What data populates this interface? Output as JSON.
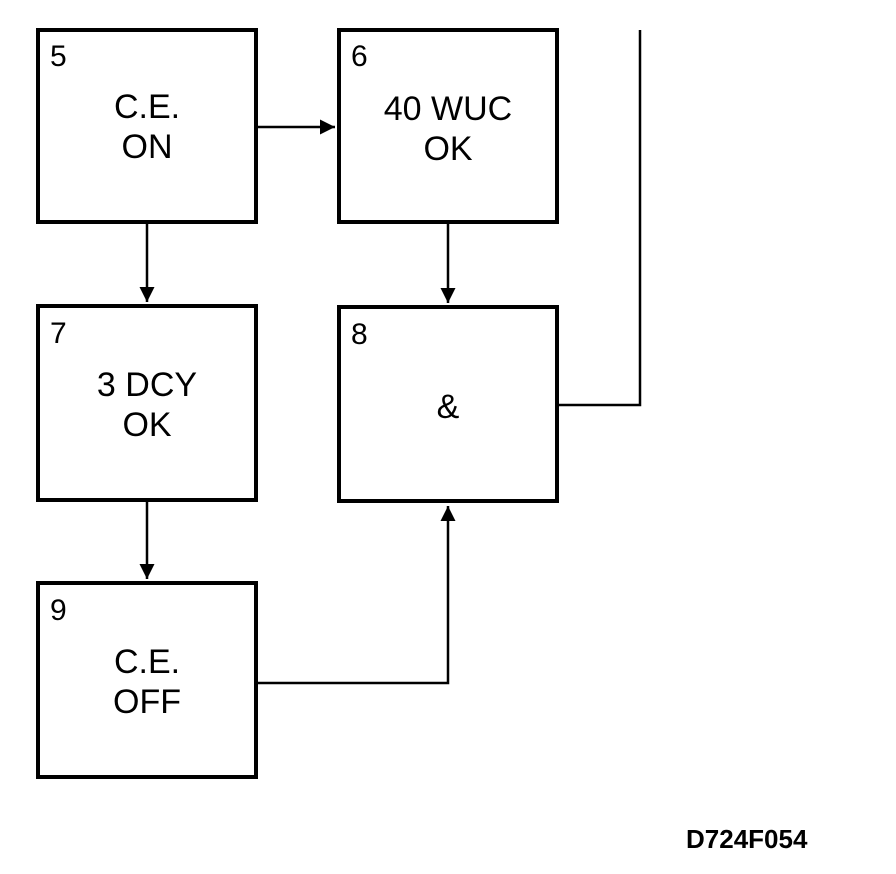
{
  "blocks": [
    {
      "number": "5",
      "line1": "C.E.",
      "line2": "ON"
    },
    {
      "number": "6",
      "line1": "40 WUC",
      "line2": "OK"
    },
    {
      "number": "7",
      "line1": "3 DCY",
      "line2": "OK"
    },
    {
      "number": "8",
      "line1": "&",
      "line2": ""
    },
    {
      "number": "9",
      "line1": "C.E.",
      "line2": "OFF"
    }
  ],
  "figure_id": "D724F054",
  "colors": {
    "stroke": "#000000",
    "background": "#ffffff"
  }
}
